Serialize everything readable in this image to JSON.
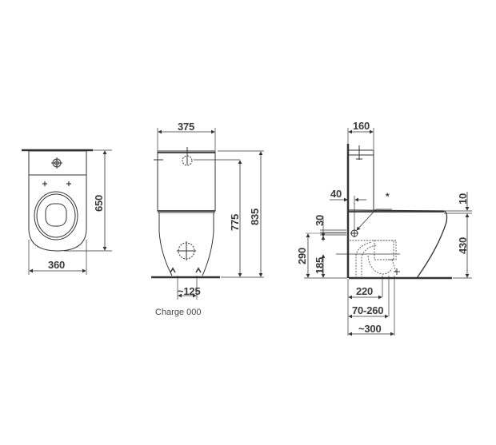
{
  "colors": {
    "line": "#333333",
    "thick": "#2a2a2a",
    "dashed": "#555555",
    "background": "#ffffff"
  },
  "top_view": {
    "width_label": "360",
    "depth_label": "650"
  },
  "front_view": {
    "width_label": "375",
    "outlet_height_label": "775",
    "total_height_label": "835",
    "fixing_spacing_label": "~125",
    "caption": "Charge 000"
  },
  "side_view": {
    "cistern_depth_label": "160",
    "offset_label": "40",
    "note_marker": "*",
    "rim_gap_label": "10",
    "seat_height_label": "430",
    "inlet_gap_label": "30",
    "inlet_height_label": "290",
    "outlet_center_label": "185",
    "outlet_distance_label": "220",
    "outlet_range_label": "70-260",
    "overall_depth_label": "~300"
  }
}
